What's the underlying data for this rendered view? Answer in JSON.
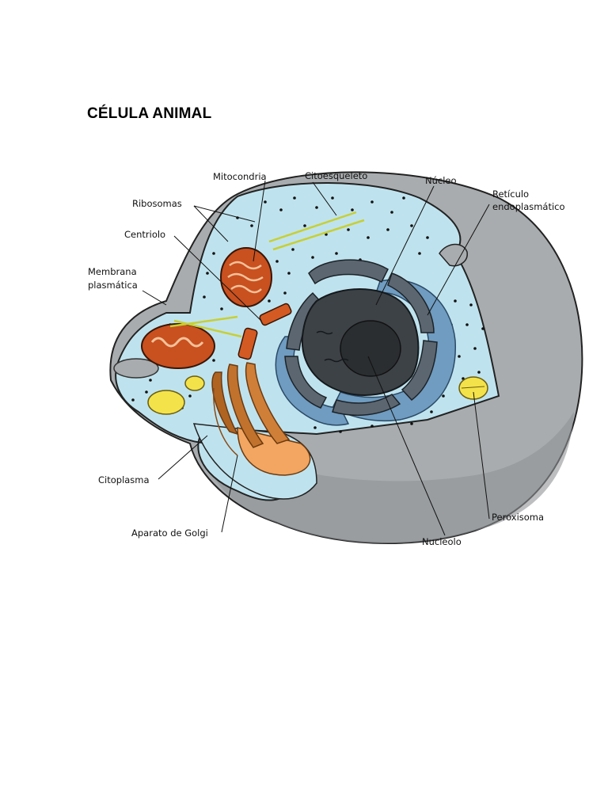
{
  "title": "CÉLULA ANIMAL",
  "labels": {
    "mitocondria": "Mitocondria",
    "citoesqueleto": "Citoesqueleto",
    "nucleo": "Núcleo",
    "reticulo_line1": "Retículo",
    "reticulo_line2": "endoplasmático",
    "ribosomas": "Ribosomas",
    "centriolo": "Centriolo",
    "membrana_line1": "Membrana",
    "membrana_line2": "plasmática",
    "citoplasma": "Citoplasma",
    "aparato_golgi": "Aparato de Golgi",
    "nucleolo": "Nucleolo",
    "peroxisoma": "Peroxisoma"
  },
  "colors": {
    "cytoplasm": "#bfe3ee",
    "membrane_outer": "#a7aaad",
    "nucleus_envelope": "#5b6670",
    "nucleus": "#3d4247",
    "er": "#6f9cc0",
    "mitochondria": "#c9501f",
    "golgi": "#f2a661",
    "peroxisome": "#f4e24a",
    "cytoskeleton": "#d9e24a"
  }
}
